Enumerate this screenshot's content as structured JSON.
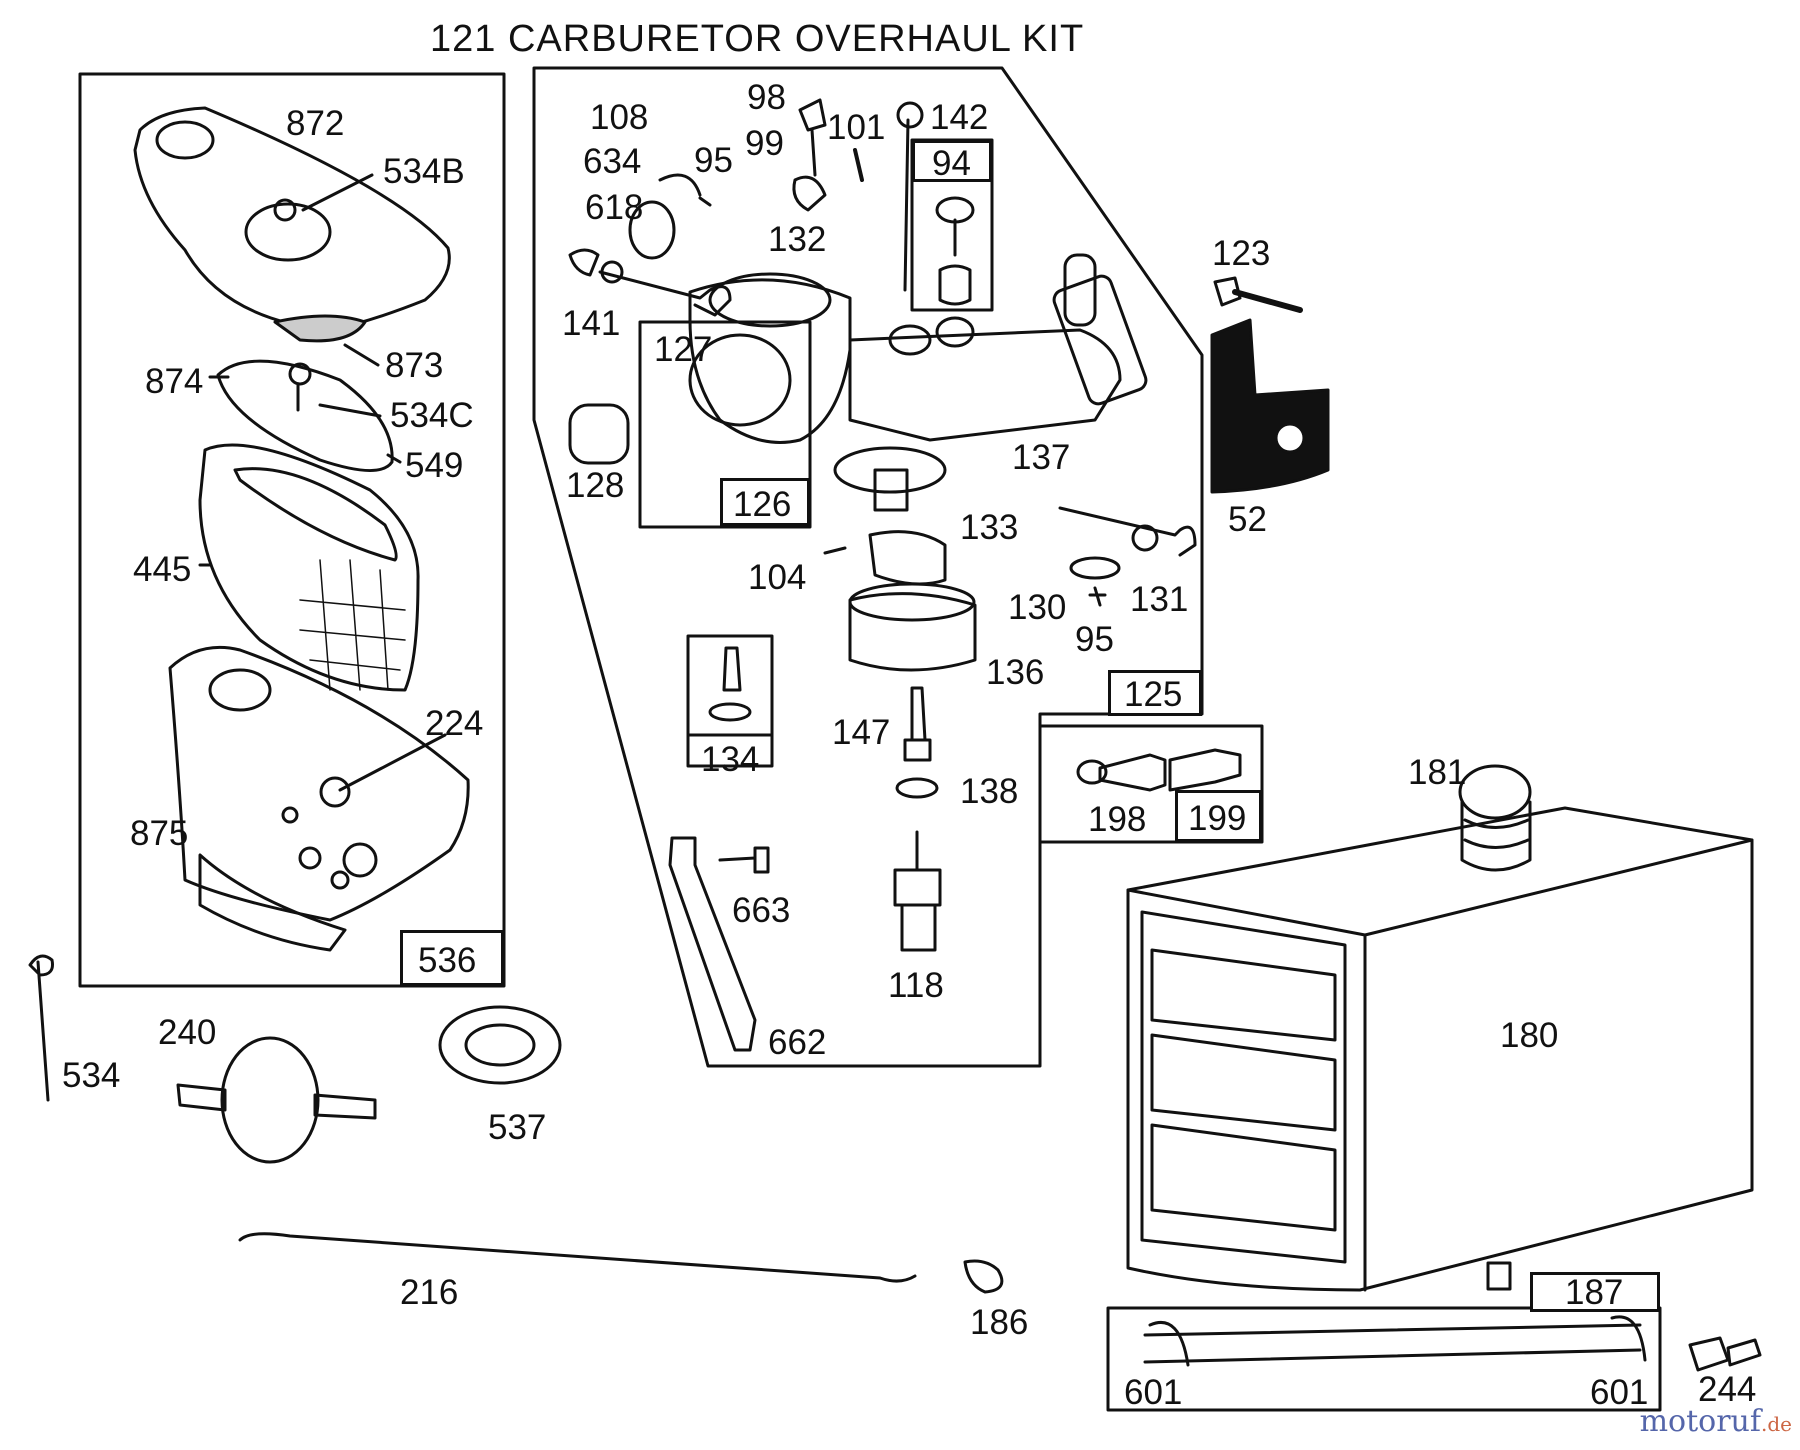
{
  "title": "121 CARBURETOR OVERHAUL KIT",
  "watermark": {
    "text": "motoruf",
    "suffix": ".de"
  },
  "boxed_labels": {
    "b94": "94",
    "b126": "126",
    "b125": "125",
    "b134": "134",
    "b198": "198",
    "b199": "199",
    "b536": "536",
    "b187": "187"
  },
  "part_labels": {
    "p872": "872",
    "p534B": "534B",
    "p873": "873",
    "p874": "874",
    "p534C": "534C",
    "p549": "549",
    "p445": "445",
    "p224": "224",
    "p875": "875",
    "p108": "108",
    "p634": "634",
    "p618": "618",
    "p95a": "95",
    "p98": "98",
    "p99": "99",
    "p101": "101",
    "p142": "142",
    "p132": "132",
    "p141": "141",
    "p127": "127",
    "p128": "128",
    "p137": "137",
    "p133": "133",
    "p104": "104",
    "p130": "130",
    "p95b": "95",
    "p131": "131",
    "p136": "136",
    "p147": "147",
    "p138": "138",
    "p663": "663",
    "p118": "118",
    "p662": "662",
    "p123": "123",
    "p52": "52",
    "p181": "181",
    "p180": "180",
    "p534": "534",
    "p240": "240",
    "p537": "537",
    "p216": "216",
    "p186": "186",
    "p601a": "601",
    "p601b": "601",
    "p244": "244"
  }
}
